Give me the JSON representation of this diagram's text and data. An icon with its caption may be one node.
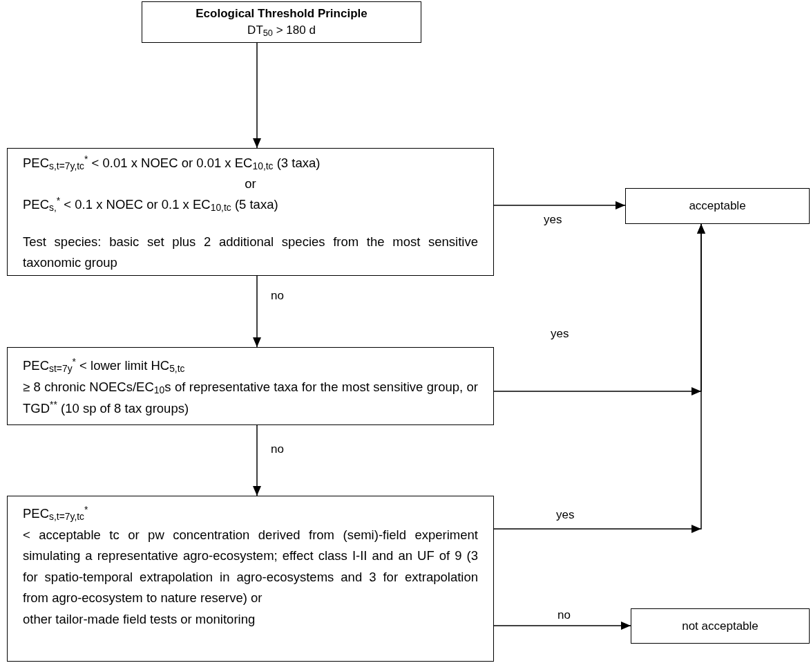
{
  "diagram": {
    "nodes": [
      {
        "text": [
          "Ecological Threshold Principle",
          "DT$_{50}$ > 180 d"
        ]
      },
      {
        "text": [
          "PEC$_{s,t=7y,tc}$$^{*}$ < 0.01 x NOEC or 0.01 x EC$_{10,tc}$ (3 taxa)",
          "or",
          "PEC$_{s,}$$^{*}$ < 0.1 x NOEC or 0.1 x EC$_{10,tc}$ (5 taxa)",
          "Test species: basic set plus 2 additional species from the most sensitive taxonomic group"
        ]
      },
      {
        "text": [
          "acceptable"
        ]
      },
      {
        "text": [
          "PEC$_{st=7y}$$^{*}$ < lower limit HC$_{5,tc}$",
          "≥ 8 chronic NOECs/EC$_{10}$s of representative taxa for the most sensitive group, or TGD$^{**}$ (10 sp of 8 tax groups)"
        ]
      },
      {
        "text": [
          "PEC$_{s,t=7y,tc}$$^{*}$",
          "< acceptable tc or pw concentration derived from (semi)-field experiment simulating a representative agro-ecosystem; effect class I-II and an UF of 9 (3 for spatio-temporal extrapolation in agro-ecosystems and 3 for extrapolation from agro-ecosystem to nature reserve) or",
          "other tailor-made field tests or monitoring"
        ]
      },
      {
        "text": [
          "not acceptable"
        ]
      }
    ],
    "edges": [
      {
        "from": 0,
        "to": 1,
        "arrow": "to"
      },
      {
        "from": 1,
        "to": 2,
        "arrow": "to",
        "label": "yes"
      },
      {
        "from": 1,
        "to": 3,
        "arrow": "to",
        "label": "no"
      },
      {
        "from": 3,
        "to": 2,
        "arrow": "to",
        "label": "yes"
      },
      {
        "from": 3,
        "to": 4,
        "arrow": "to",
        "label": "no"
      },
      {
        "from": 4,
        "to": 2,
        "arrow": "to",
        "label": "yes"
      },
      {
        "from": 4,
        "to": 5,
        "arrow": "to",
        "label": "no"
      }
    ]
  }
}
